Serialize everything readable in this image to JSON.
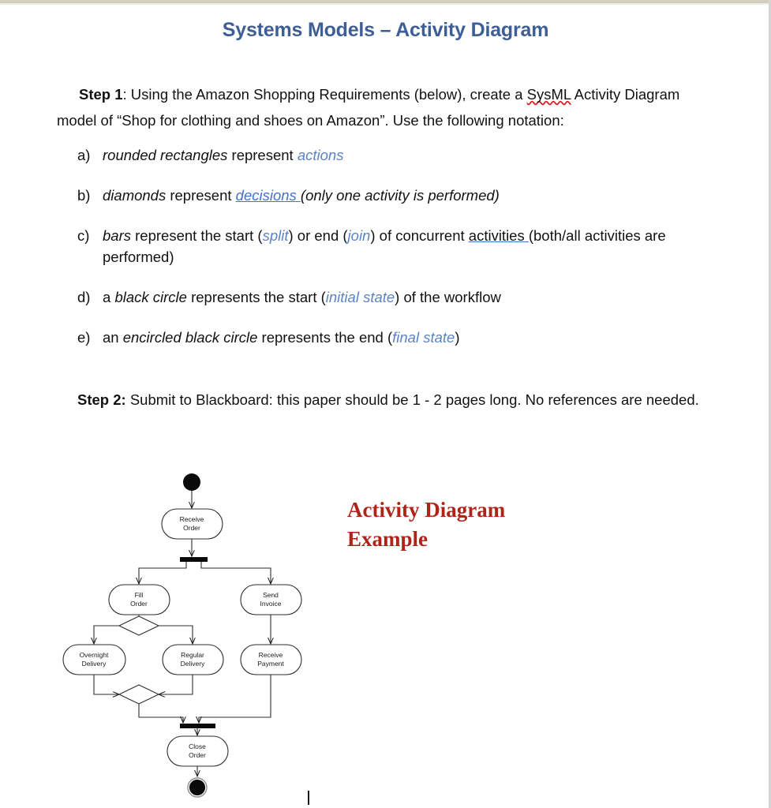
{
  "document": {
    "title": "Systems Models – Activity Diagram",
    "title_color": "#3d5e96"
  },
  "step1": {
    "label": "Step 1",
    "text_before_sysml": ": Using the Amazon Shopping Requirements (below), create a ",
    "sysml_word": "SysML",
    "text_after_sysml": " Activity Diagram model of “Shop for clothing and shoes on Amazon”.  Use the following notation:"
  },
  "notation": {
    "items": [
      {
        "marker": "a)",
        "term": "rounded rectangles",
        "mid": " represent ",
        "accent": "actions",
        "tail": ""
      },
      {
        "marker": "b)",
        "term": "diamonds",
        "mid": " represent ",
        "accent": "decisions ",
        "tail": "(only one activity is performed)"
      },
      {
        "marker": "c)",
        "term": "bars",
        "mid": " represent the start (",
        "accent": "split",
        "mid2": ") or end (",
        "accent2": "join",
        "mid3": ") of concurrent ",
        "underlined": "activities ",
        "tail": "(both/all activities are performed)"
      },
      {
        "marker": "d)",
        "lead": "a ",
        "term": "black circle",
        "mid": " represents the start (",
        "accent": "initial state",
        "tail": ") of the workflow"
      },
      {
        "marker": "e)",
        "lead": "an ",
        "term": "encircled black circle",
        "mid": " represents the end (",
        "accent": "final state",
        "tail": ")"
      }
    ]
  },
  "step2": {
    "label": "Step 2:",
    "text": " Submit to Blackboard: this paper should be 1 - 2 pages long. No references are needed."
  },
  "example_caption": {
    "line1": "Activity Diagram",
    "line2": "Example",
    "color": "#b02418"
  },
  "activity_diagram": {
    "nodes": [
      {
        "id": "initial",
        "type": "initial-node",
        "label": ""
      },
      {
        "id": "receive-order",
        "type": "action",
        "label_line1": "Receive",
        "label_line2": "Order"
      },
      {
        "id": "fork",
        "type": "fork-bar",
        "label": ""
      },
      {
        "id": "fill-order",
        "type": "action",
        "label_line1": "Fill",
        "label_line2": "Order"
      },
      {
        "id": "send-invoice",
        "type": "action",
        "label_line1": "Send",
        "label_line2": "Invoice"
      },
      {
        "id": "decision",
        "type": "decision-diamond",
        "label": ""
      },
      {
        "id": "overnight-delivery",
        "type": "action",
        "label_line1": "Overnight",
        "label_line2": "Delivery"
      },
      {
        "id": "regular-delivery",
        "type": "action",
        "label_line1": "Regular",
        "label_line2": "Delivery"
      },
      {
        "id": "receive-payment",
        "type": "action",
        "label_line1": "Receive",
        "label_line2": "Payment"
      },
      {
        "id": "merge",
        "type": "merge-diamond",
        "label": ""
      },
      {
        "id": "join",
        "type": "join-bar",
        "label": ""
      },
      {
        "id": "close-order",
        "type": "action",
        "label_line1": "Close",
        "label_line2": "Order"
      },
      {
        "id": "final",
        "type": "final-node",
        "label": ""
      }
    ],
    "stroke_color": "#1a1a1a",
    "fill_color": "#ffffff"
  }
}
